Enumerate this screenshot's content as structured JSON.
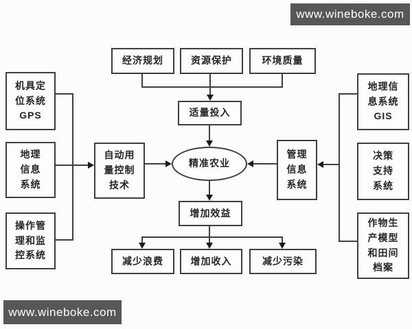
{
  "watermarks": {
    "top_right": "www.wineboke.com",
    "bottom_left": "www.wineboke.com"
  },
  "colors": {
    "watermark_bg": "#57575a",
    "watermark_text": "#ffffff",
    "node_border": "#3f3f3f",
    "node_text": "#262626",
    "connector": "#3f3f3f",
    "canvas_bg": "#fcfcfc"
  },
  "flowchart": {
    "goals": [
      {
        "label": "经济规划"
      },
      {
        "label": "资源保护"
      },
      {
        "label": "环境质量"
      }
    ],
    "input": {
      "label": "适量投入"
    },
    "core": {
      "label": "精准农业"
    },
    "benefit": {
      "label": "增加效益"
    },
    "outcomes": [
      {
        "label": "减少浪费"
      },
      {
        "label": "增加收入"
      },
      {
        "label": "减少污染"
      }
    ],
    "left_inputs": [
      {
        "label": "机具定\n位系统\nGPS"
      },
      {
        "label": "地理\n信息\n系统"
      },
      {
        "label": "操作管\n理和监\n控系统"
      }
    ],
    "left_controller": {
      "label": "自动用\n量控制\n技术"
    },
    "right_controller": {
      "label": "管理\n信息\n系统"
    },
    "right_inputs": [
      {
        "label": "地理信\n息系统\nGIS"
      },
      {
        "label": "决策\n支持\n系统"
      },
      {
        "label": "作物生\n产模型\n和田间\n档案"
      }
    ]
  }
}
